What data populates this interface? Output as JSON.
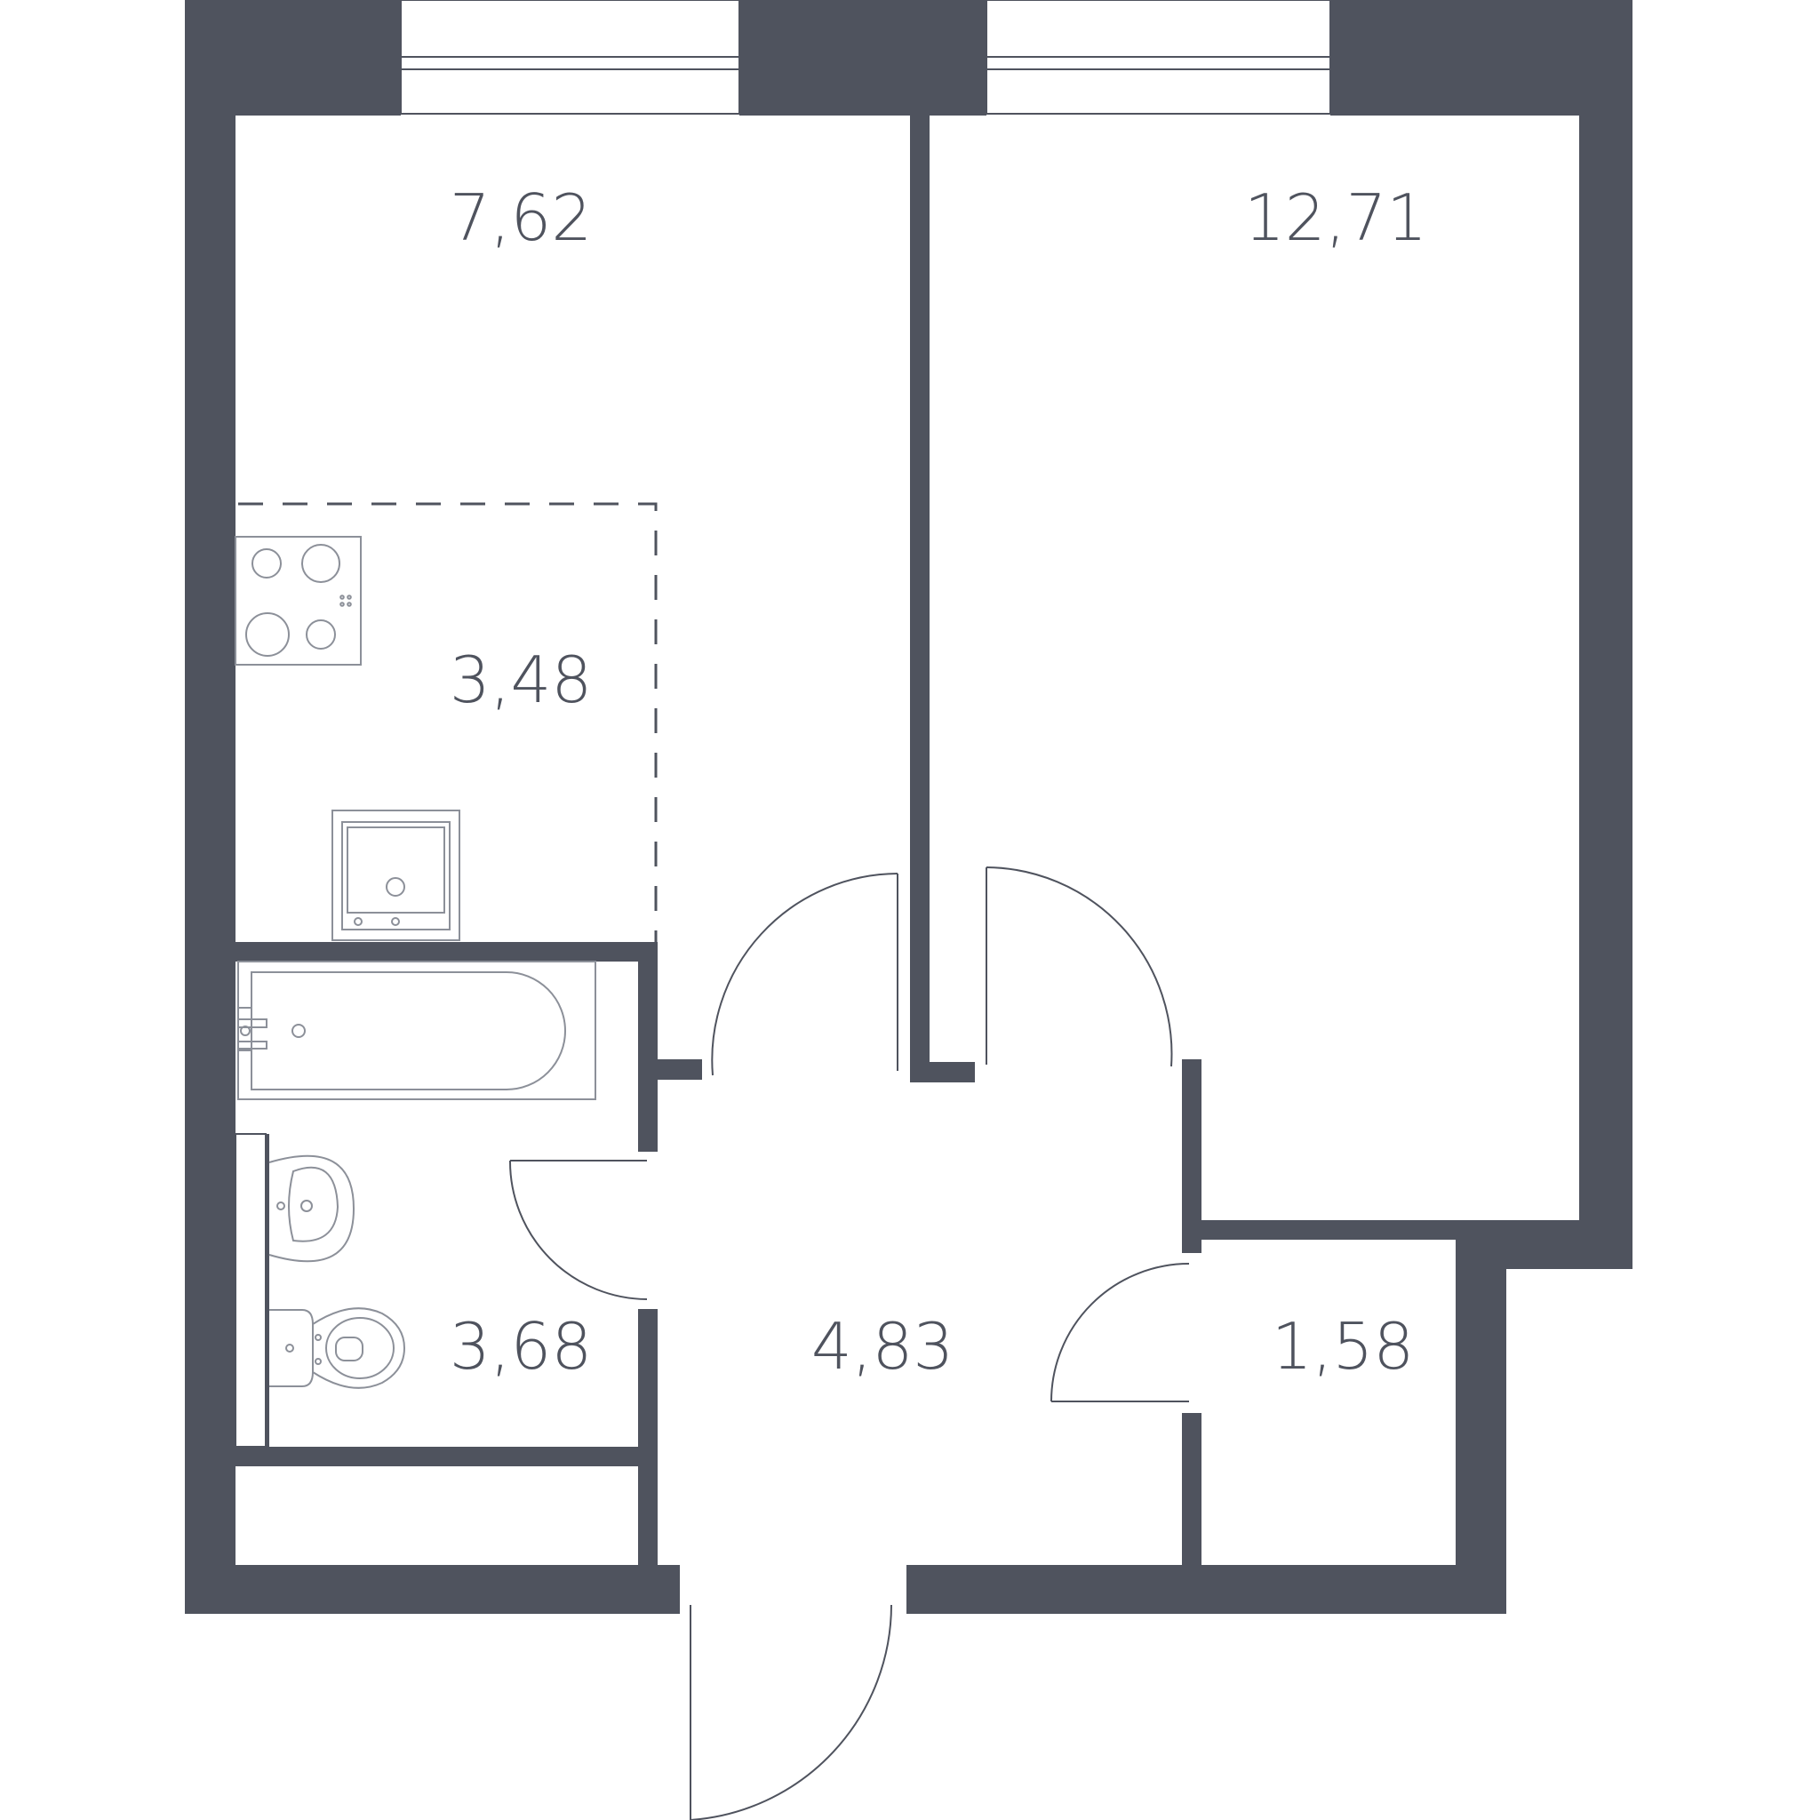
{
  "colors": {
    "wall": "#4f535e",
    "line": "#4f535e",
    "label": "#4f535e"
  },
  "rooms": [
    {
      "id": "kitchen",
      "area": "7,62"
    },
    {
      "id": "bedroom",
      "area": "12,71"
    },
    {
      "id": "kitchen-zone",
      "area": "3,48"
    },
    {
      "id": "bathroom",
      "area": "3,68"
    },
    {
      "id": "hallway",
      "area": "4,83"
    },
    {
      "id": "storage",
      "area": "1,58"
    }
  ]
}
